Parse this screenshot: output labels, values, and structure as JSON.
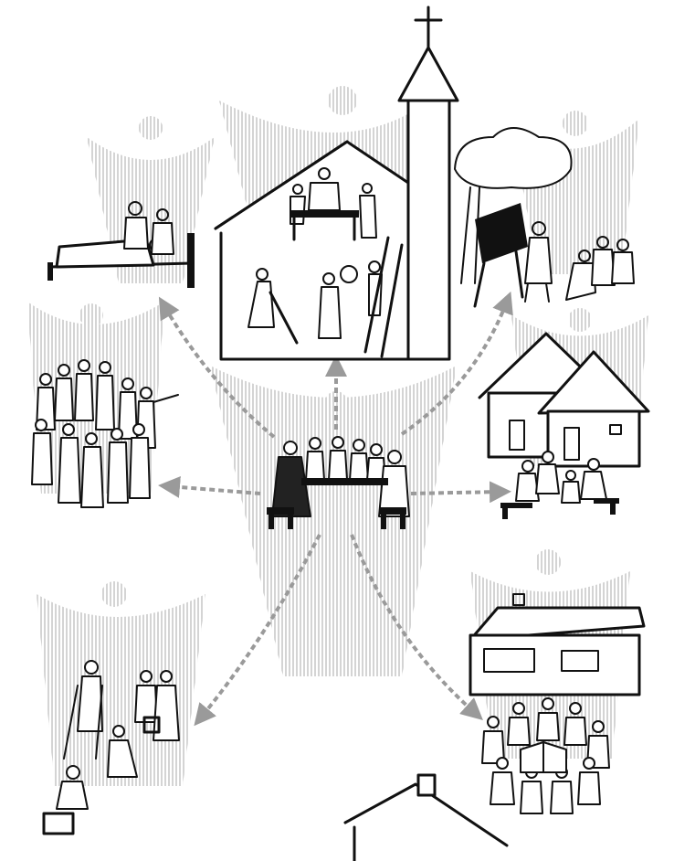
{
  "illustration": {
    "subject": "",
    "colors": {
      "ink": "#111111",
      "halo": "#bdbdbd",
      "arrow": "#9a9a9a",
      "background": "#ffffff"
    },
    "scenes": [
      {
        "key": "church",
        "icon": "church-with-cross-icon"
      },
      {
        "key": "sick-visit",
        "icon": "bedside-visit-icon"
      },
      {
        "key": "teaching",
        "icon": "teacher-blackboard-icon"
      },
      {
        "key": "crowd",
        "icon": "community-crowd-icon"
      },
      {
        "key": "meeting",
        "icon": "central-meeting-table-icon"
      },
      {
        "key": "village-homes",
        "icon": "round-huts-icon"
      },
      {
        "key": "care-disabled",
        "icon": "disabled-care-icon"
      },
      {
        "key": "school-group",
        "icon": "school-study-circle-icon"
      },
      {
        "key": "house-roof",
        "icon": "house-roof-icon"
      }
    ]
  }
}
